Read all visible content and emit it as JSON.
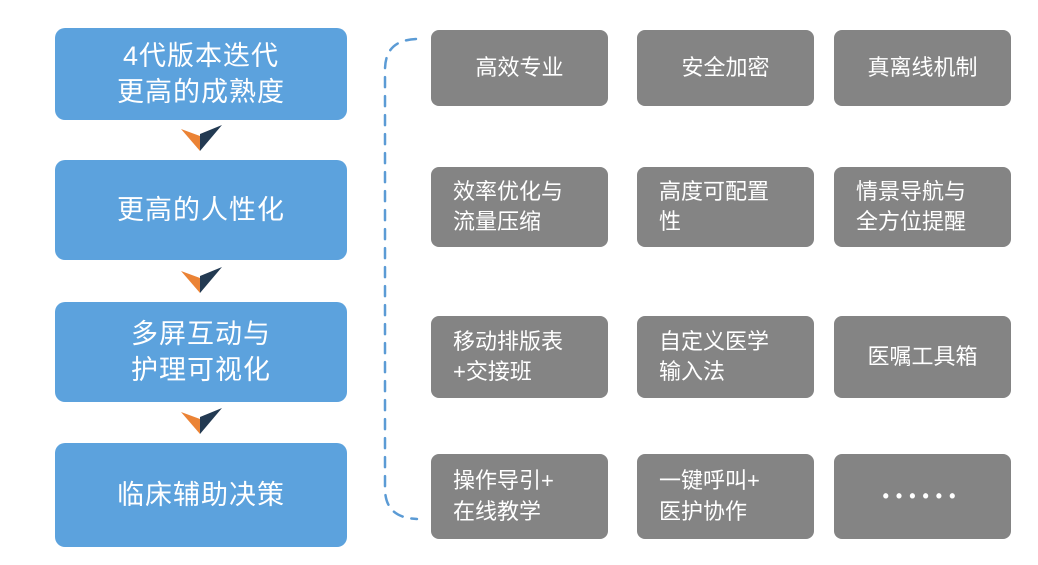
{
  "palette": {
    "flow_box_blue": "#5ca2dd",
    "feature_box_gray": "#848484",
    "arrow_orange": "#eb8335",
    "arrow_navy": "#233a52",
    "bracket_dash_blue": "#5b9bd5",
    "box_text": "#ffffff",
    "background": "#ffffff"
  },
  "flow": {
    "steps": [
      {
        "label": "4代版本迭代\n更高的成熟度"
      },
      {
        "label": "更高的人性化"
      },
      {
        "label": "多屏互动与\n护理可视化"
      },
      {
        "label": "临床辅助决策"
      }
    ]
  },
  "features": {
    "items": [
      {
        "label": "高效专业"
      },
      {
        "label": "安全加密"
      },
      {
        "label": "真离线机制"
      },
      {
        "label": "效率优化与\n流量压缩"
      },
      {
        "label": "高度可配置\n性"
      },
      {
        "label": "情景导航与\n全方位提醒"
      },
      {
        "label": "移动排版表\n+交接班"
      },
      {
        "label": "自定义医学\n输入法"
      },
      {
        "label": "医嘱工具箱"
      },
      {
        "label": "操作导引+\n在线教学"
      },
      {
        "label": "一键呼叫+\n医护协作"
      },
      {
        "label": "••••••"
      }
    ]
  },
  "icons": {
    "flow_arrow": "chevron-down-arrow",
    "group_bracket": "dashed-left-brace"
  }
}
